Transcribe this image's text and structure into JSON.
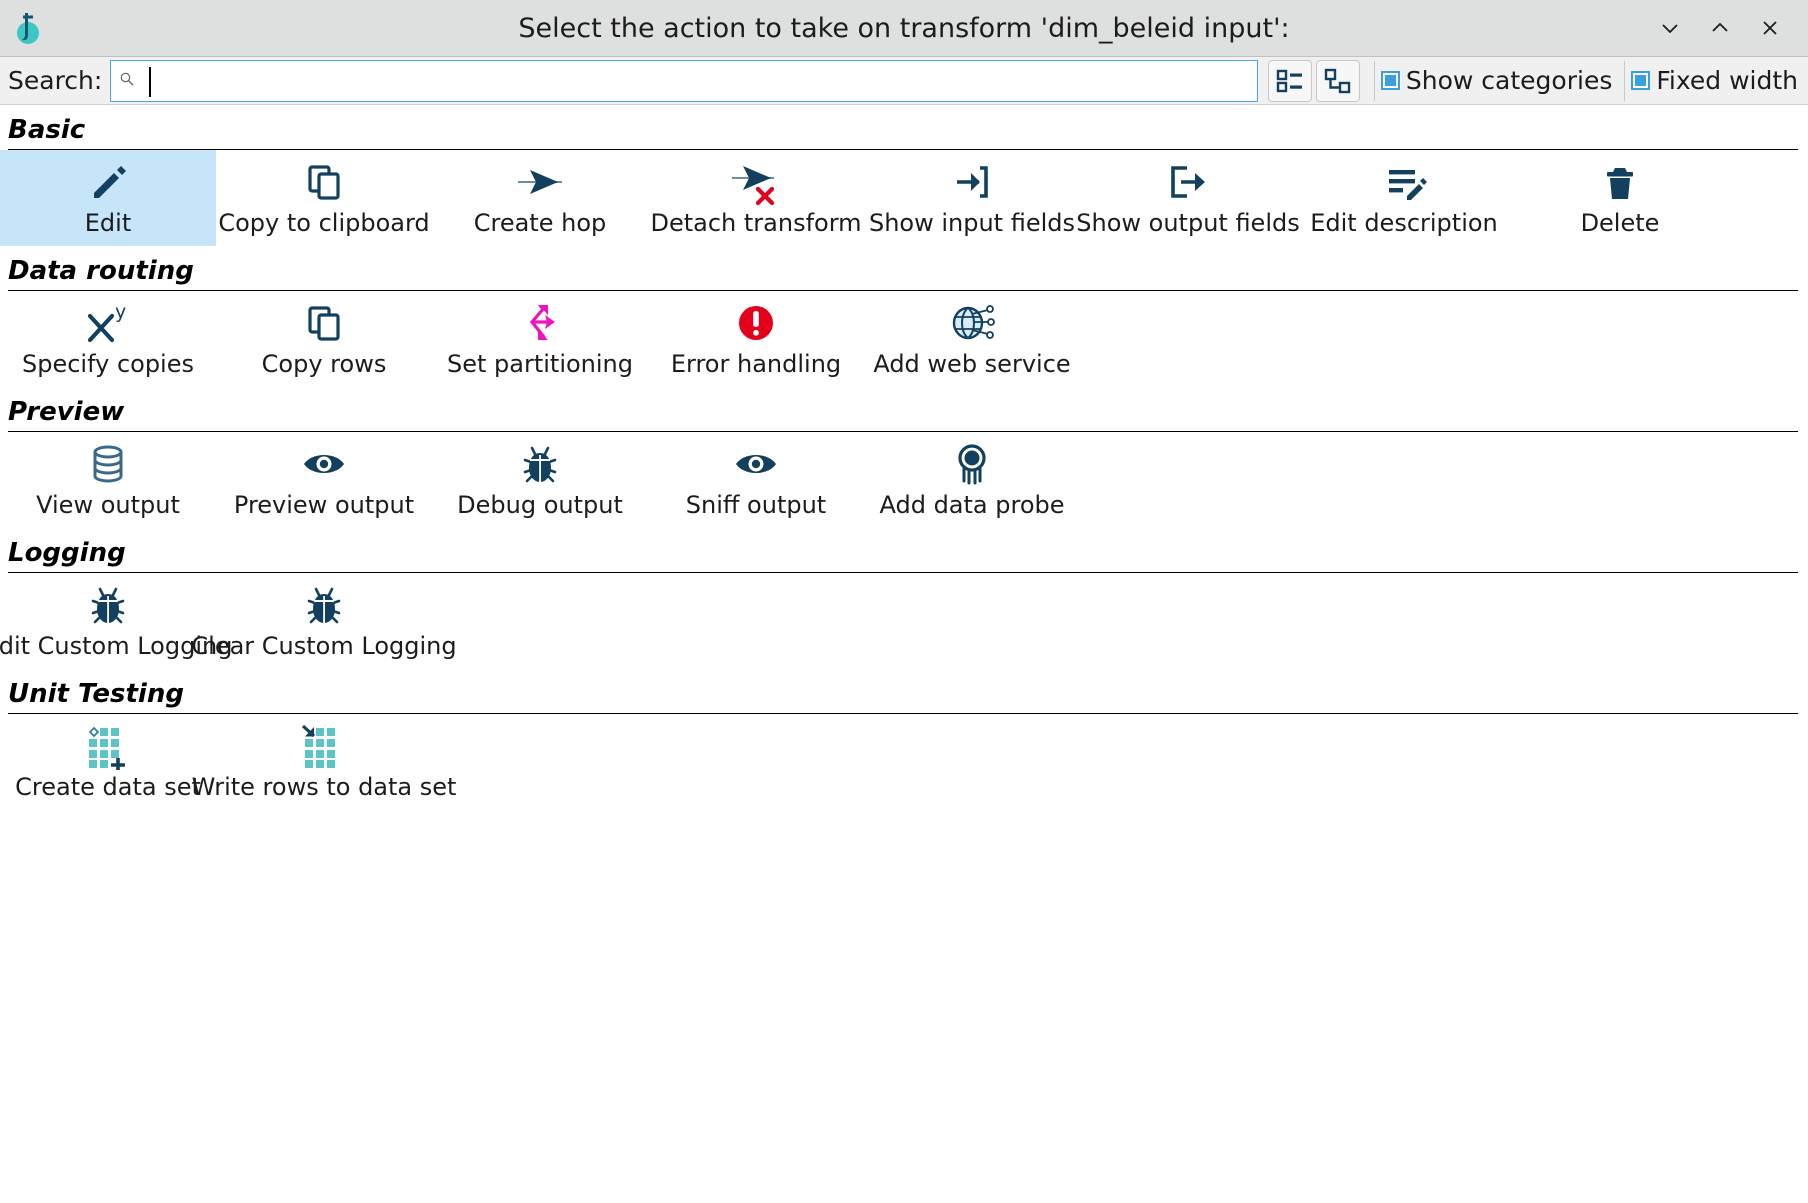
{
  "window": {
    "title": "Select the action to take on transform 'dim_beleid input':",
    "app_icon": "hop-logo-icon",
    "buttons": [
      {
        "name": "minimize-button",
        "icon": "chevron-down-icon"
      },
      {
        "name": "maximize-button",
        "icon": "chevron-up-icon"
      },
      {
        "name": "close-button",
        "icon": "close-icon"
      }
    ]
  },
  "search": {
    "label": "Search:",
    "value": "",
    "placeholder": "",
    "icon": "search-icon"
  },
  "toolbar": {
    "view_list_icon": "list-view-icon",
    "view_tree_icon": "tree-view-icon",
    "show_categories": {
      "label": "Show categories",
      "checked": true
    },
    "fixed_width": {
      "label": "Fixed width",
      "checked": true
    }
  },
  "colors": {
    "icon_dark": "#12405e",
    "accent_teal": "#5cc4c4",
    "error_red": "#e3001b",
    "magenta": "#f012be",
    "selection": "#c6e5f8",
    "titlebar": "#dedfdf"
  },
  "sections": [
    {
      "title": "Basic",
      "items": [
        {
          "label": "Edit",
          "icon": "pencil-icon",
          "selected": true
        },
        {
          "label": "Copy to clipboard",
          "icon": "copy-icon",
          "selected": false
        },
        {
          "label": "Create hop",
          "icon": "hop-arrow-icon",
          "selected": false
        },
        {
          "label": "Detach transform",
          "icon": "hop-arrow-delete-icon",
          "selected": false
        },
        {
          "label": "Show input fields",
          "icon": "input-fields-icon",
          "selected": false
        },
        {
          "label": "Show output fields",
          "icon": "output-fields-icon",
          "selected": false
        },
        {
          "label": "Edit description",
          "icon": "description-edit-icon",
          "selected": false
        },
        {
          "label": "Delete",
          "icon": "trash-icon",
          "selected": false
        }
      ]
    },
    {
      "title": "Data routing",
      "items": [
        {
          "label": "Specify copies",
          "icon": "x-power-y-icon",
          "selected": false
        },
        {
          "label": "Copy rows",
          "icon": "copy-icon",
          "selected": false
        },
        {
          "label": "Set partitioning",
          "icon": "partitioning-icon",
          "selected": false
        },
        {
          "label": "Error handling",
          "icon": "error-circle-icon",
          "selected": false
        },
        {
          "label": "Add web service",
          "icon": "globe-web-service-icon",
          "selected": false
        }
      ]
    },
    {
      "title": "Preview",
      "items": [
        {
          "label": "View output",
          "icon": "database-icon",
          "selected": false
        },
        {
          "label": "Preview output",
          "icon": "eye-icon",
          "selected": false
        },
        {
          "label": "Debug output",
          "icon": "bug-icon",
          "selected": false
        },
        {
          "label": "Sniff output",
          "icon": "eye-icon",
          "selected": false
        },
        {
          "label": "Add data probe",
          "icon": "data-probe-icon",
          "selected": false
        }
      ]
    },
    {
      "title": "Logging",
      "items": [
        {
          "label": "Edit Custom Logging",
          "icon": "bug-icon",
          "selected": false
        },
        {
          "label": "Clear Custom Logging",
          "icon": "bug-icon",
          "selected": false
        }
      ]
    },
    {
      "title": "Unit Testing",
      "items": [
        {
          "label": "Create data set",
          "icon": "dataset-create-icon",
          "selected": false
        },
        {
          "label": "Write rows to data set",
          "icon": "dataset-write-icon",
          "selected": false
        }
      ]
    }
  ]
}
